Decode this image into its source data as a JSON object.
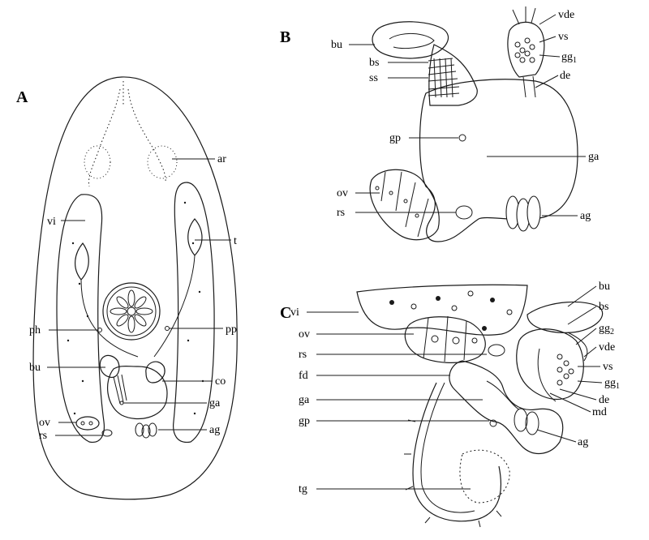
{
  "panels": {
    "A": {
      "letter": "A",
      "labels": {
        "ar": "ar",
        "vi": "vi",
        "t": "t",
        "ph": "ph",
        "pp": "pp",
        "bu": "bu",
        "co": "co",
        "ga": "ga",
        "ov": "ov",
        "rs": "rs",
        "ag": "ag"
      }
    },
    "B": {
      "letter": "B",
      "labels": {
        "bu": "bu",
        "bs": "bs",
        "ss": "ss",
        "vde": "vde",
        "vs": "vs",
        "gg1": "gg",
        "gg1_sub": "1",
        "de": "de",
        "gp": "gp",
        "ga": "ga",
        "ov": "ov",
        "rs": "rs",
        "ag": "ag"
      }
    },
    "C": {
      "letter": "C",
      "labels": {
        "vi": "vi",
        "ov": "ov",
        "rs": "rs",
        "fd": "fd",
        "ga": "ga",
        "gp": "gp",
        "tg": "tg",
        "bu": "bu",
        "bs": "bs",
        "gg2": "gg",
        "gg2_sub": "2",
        "vde": "vde",
        "vs": "vs",
        "gg1": "gg",
        "gg1_sub": "1",
        "de": "de",
        "md": "md",
        "ag": "ag"
      }
    }
  }
}
